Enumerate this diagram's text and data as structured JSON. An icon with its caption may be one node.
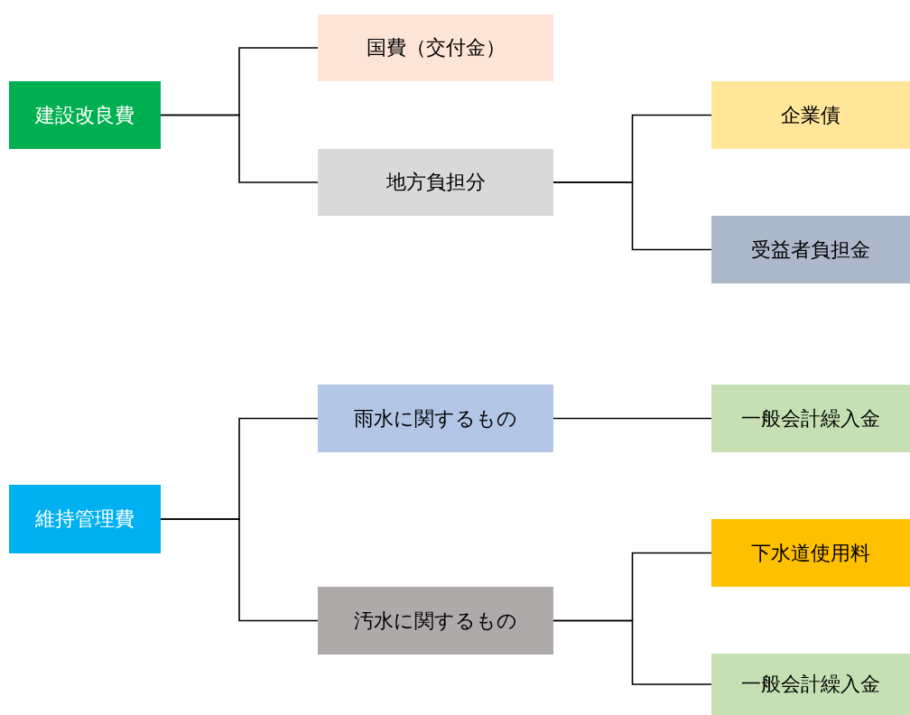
{
  "diagram": {
    "nodes": [
      {
        "text": [
          "建設改良費"
        ]
      },
      {
        "text": [
          "国費（交付金）"
        ]
      },
      {
        "text": [
          "地方負担分"
        ]
      },
      {
        "text": [
          "企業債"
        ]
      },
      {
        "text": [
          "受益者負担金"
        ]
      },
      {
        "text": [
          "維持管理費"
        ]
      },
      {
        "text": [
          "雨水に関するもの"
        ]
      },
      {
        "text": [
          "汚水に関するもの"
        ]
      },
      {
        "text": [
          "一般会計繰入金"
        ]
      },
      {
        "text": [
          "下水道使用料"
        ]
      },
      {
        "text": [
          "一般会計繰入金"
        ]
      }
    ],
    "edges": [
      {
        "from": 0,
        "to": 1,
        "arrow": "none"
      },
      {
        "from": 0,
        "to": 2,
        "arrow": "none"
      },
      {
        "from": 2,
        "to": 3,
        "arrow": "none"
      },
      {
        "from": 2,
        "to": 4,
        "arrow": "none"
      },
      {
        "from": 5,
        "to": 6,
        "arrow": "none"
      },
      {
        "from": 5,
        "to": 7,
        "arrow": "none"
      },
      {
        "from": 6,
        "to": 8,
        "arrow": "none"
      },
      {
        "from": 7,
        "to": 9,
        "arrow": "none"
      },
      {
        "from": 7,
        "to": 10,
        "arrow": "none"
      }
    ]
  }
}
